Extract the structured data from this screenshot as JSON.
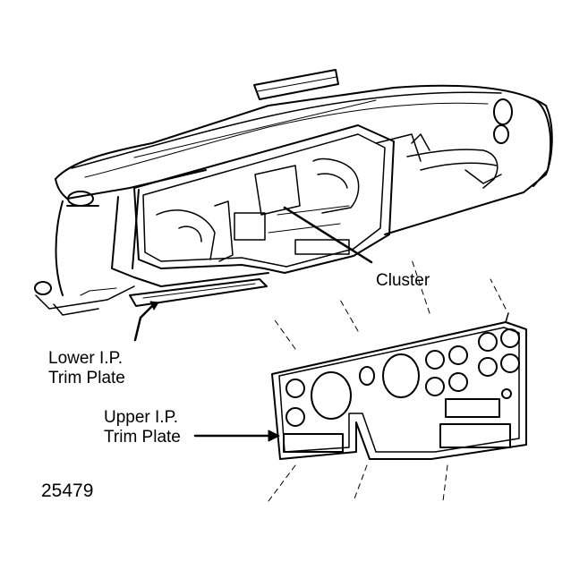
{
  "labels": {
    "cluster": "Cluster",
    "lower_trim_line1": "Lower I.P.",
    "lower_trim_line2": "Trim Plate",
    "upper_trim_line1": "Upper I.P.",
    "upper_trim_line2": "Trim Plate"
  },
  "figure_number": "25479",
  "colors": {
    "ink": "#000000",
    "paper": "#ffffff"
  }
}
